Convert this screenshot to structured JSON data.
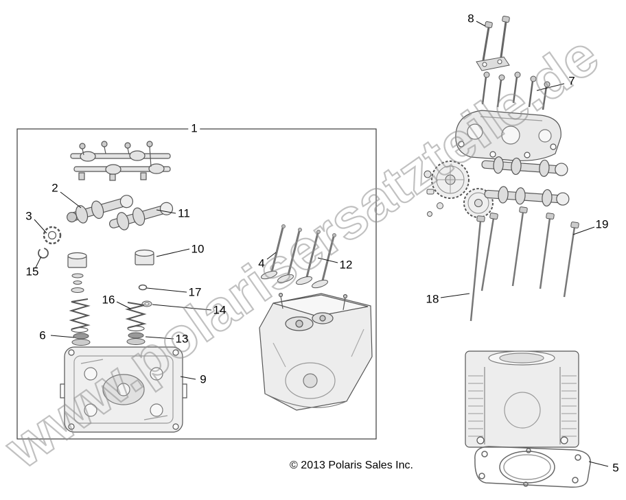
{
  "diagram": {
    "watermark": "www.polarisersatzteile.de",
    "copyright": "© 2013 Polaris Sales Inc."
  },
  "callouts": {
    "c1": "1",
    "c2": "2",
    "c3": "3",
    "c4": "4",
    "c5": "5",
    "c6": "6",
    "c7": "7",
    "c8": "8",
    "c9": "9",
    "c10": "10",
    "c11": "11",
    "c12": "12",
    "c13": "13",
    "c14": "14",
    "c15": "15",
    "c16": "16",
    "c17": "17",
    "c18": "18",
    "c19": "19"
  }
}
